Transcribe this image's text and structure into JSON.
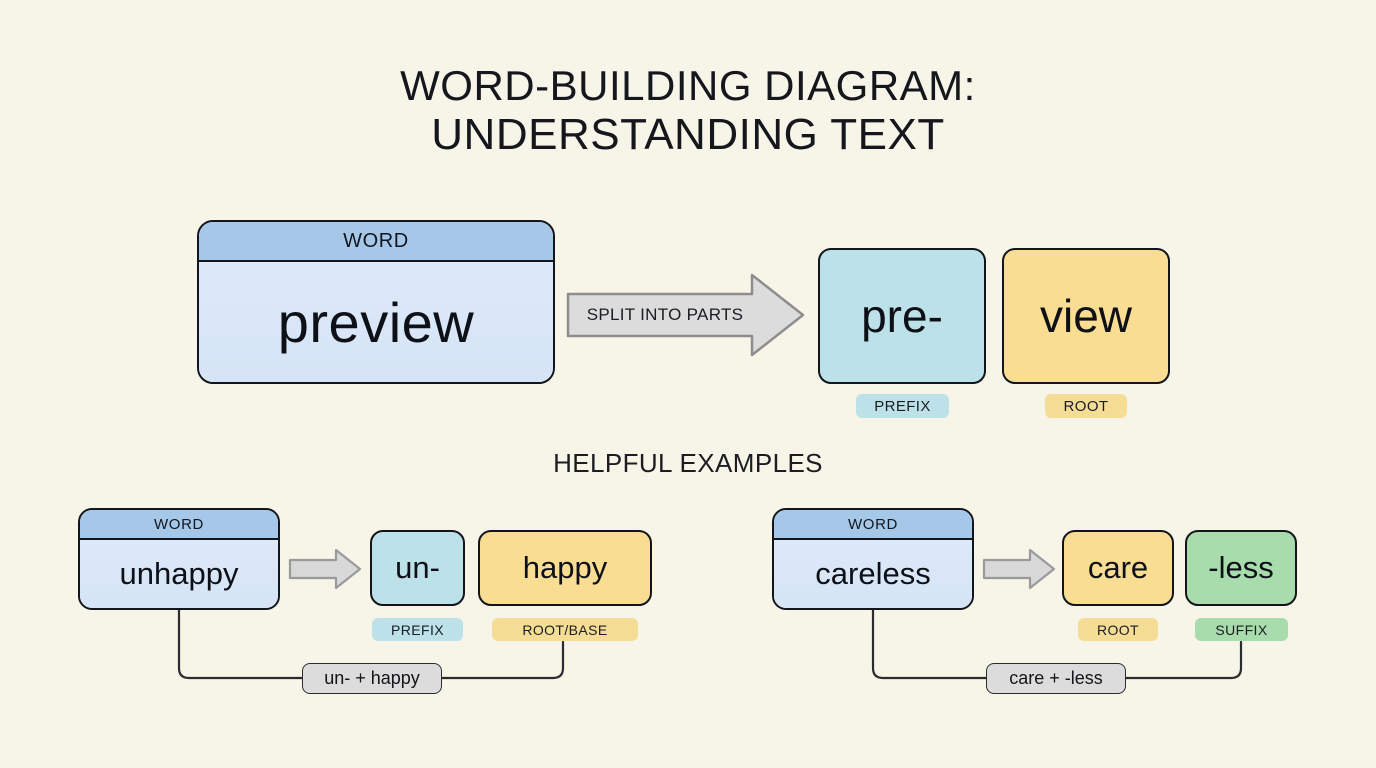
{
  "page": {
    "background_color": "#f7f4e8",
    "title_line1": "WORD-BUILDING DIAGRAM:",
    "title_line2": "UNDERSTANDING TEXT",
    "section_heading": "HELPFUL EXAMPLES"
  },
  "colors": {
    "word_header": "#a6c8e8",
    "word_body": "#dbe8f8",
    "prefix": "#bde1e9",
    "root": "#f8dd92",
    "suffix": "#a9dcac",
    "arrow_fill": "#dcdcdc",
    "outline": "#12151b"
  },
  "main": {
    "word_card": {
      "header_label": "WORD",
      "word": "preview"
    },
    "arrow_label": "SPLIT INTO PARTS",
    "parts": [
      {
        "text": "pre-",
        "tag": "PREFIX",
        "kind": "prefix"
      },
      {
        "text": "view",
        "tag": "ROOT",
        "kind": "root"
      }
    ]
  },
  "examples": [
    {
      "word_card": {
        "header_label": "WORD",
        "word": "unhappy"
      },
      "parts": [
        {
          "text": "un-",
          "tag": "PREFIX",
          "kind": "prefix"
        },
        {
          "text": "happy",
          "tag": "ROOT/BASE",
          "kind": "root"
        }
      ],
      "combo_label": "un- + happy"
    },
    {
      "word_card": {
        "header_label": "WORD",
        "word": "careless"
      },
      "parts": [
        {
          "text": "care",
          "tag": "ROOT",
          "kind": "root"
        },
        {
          "text": "-less",
          "tag": "SUFFIX",
          "kind": "suffix"
        }
      ],
      "combo_label": "care + -less"
    }
  ]
}
